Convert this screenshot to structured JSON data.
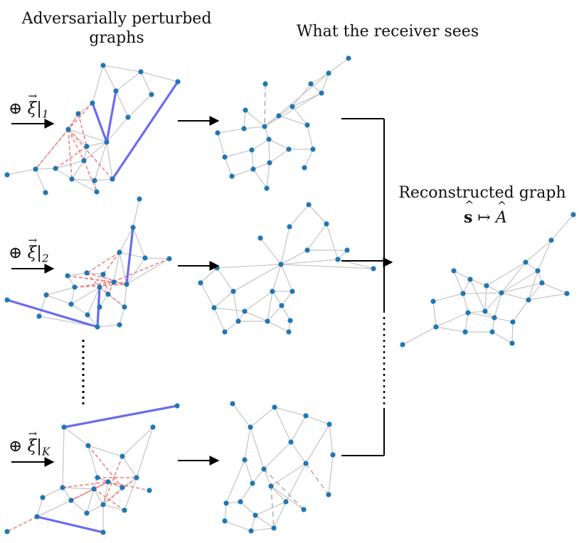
{
  "labels": {
    "perturbed_title": "Adversarially perturbed graphs",
    "receiver_title": "What the receiver sees",
    "reconstructed_title": "Reconstructed graph",
    "reconstruct_s": "s",
    "reconstruct_maps": "↦",
    "reconstruct_A": "A",
    "oplus": "⊕",
    "xi": "ξ",
    "sub_1": "1",
    "sub_2": "2",
    "sub_K": "K"
  },
  "colors": {
    "node": "#1f77b4",
    "edge": "#c8c8c8",
    "added_edge": "#6b6bf0",
    "removed_edge": "#f08080",
    "masked_edge": "#b8b8b8",
    "arrow": "#000000"
  },
  "graphs": []
}
